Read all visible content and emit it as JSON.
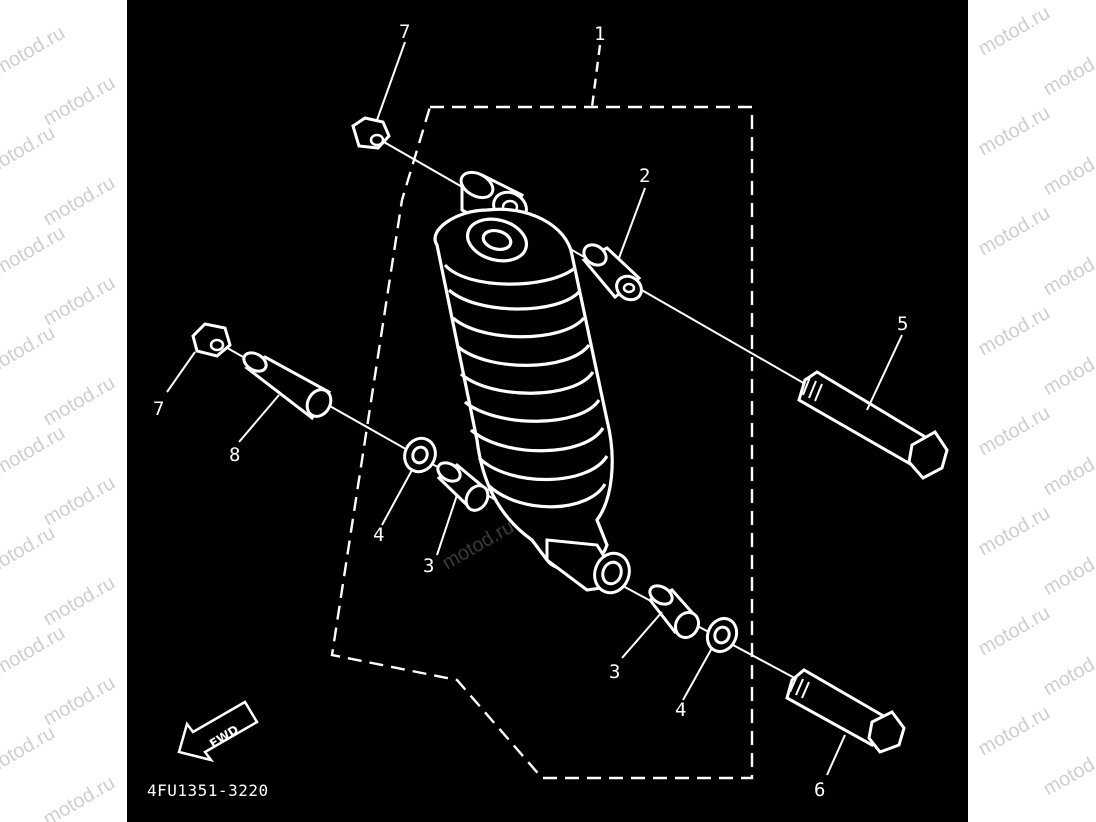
{
  "watermark": {
    "text": "motod.ru"
  },
  "diagram": {
    "part_code": "4FU1351-3220",
    "fwd_marker_text": "FWD",
    "callouts": [
      {
        "id": "c1",
        "label": "1"
      },
      {
        "id": "c2",
        "label": "2"
      },
      {
        "id": "c3a",
        "label": "3"
      },
      {
        "id": "c3b",
        "label": "3"
      },
      {
        "id": "c4a",
        "label": "4"
      },
      {
        "id": "c4b",
        "label": "4"
      },
      {
        "id": "c5",
        "label": "5"
      },
      {
        "id": "c6",
        "label": "6"
      },
      {
        "id": "c7a",
        "label": "7"
      },
      {
        "id": "c7b",
        "label": "7"
      },
      {
        "id": "c8",
        "label": "8"
      }
    ]
  },
  "colors": {
    "panel_background": "#000000",
    "line_art": "#ffffff",
    "page_background": "#ffffff",
    "watermark": "#cfcfcf"
  }
}
